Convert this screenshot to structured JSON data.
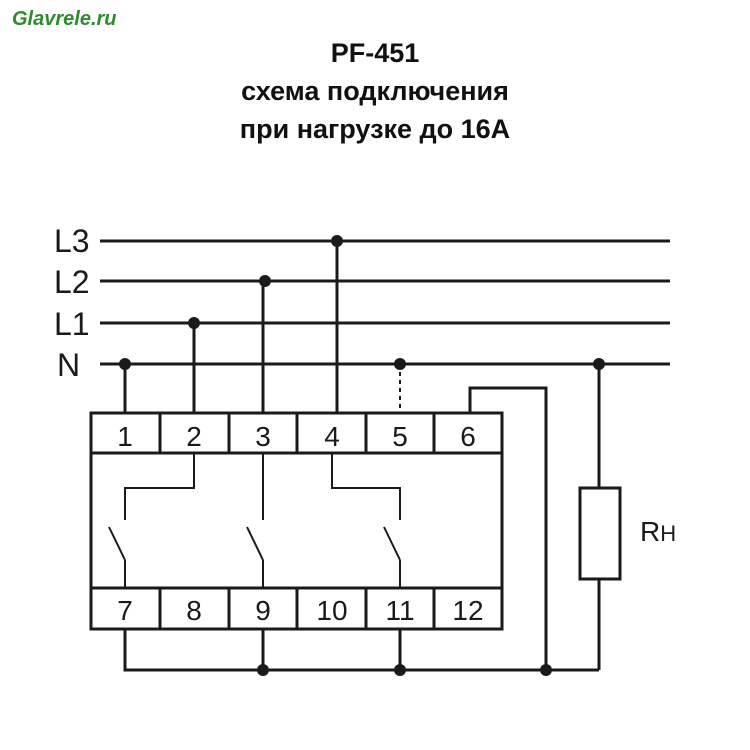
{
  "brand": "Glavrele.ru",
  "title": {
    "line1": "PF-451",
    "line2": "схема подключения",
    "line3": "при нагрузке до 16А"
  },
  "bus_labels": [
    "L3",
    "L2",
    "L1",
    "N"
  ],
  "top_terminals": [
    "1",
    "2",
    "3",
    "4",
    "5",
    "6"
  ],
  "bottom_terminals": [
    "7",
    "8",
    "9",
    "10",
    "11",
    "12"
  ],
  "load": {
    "label_main": "R",
    "label_sub": "Н"
  }
}
